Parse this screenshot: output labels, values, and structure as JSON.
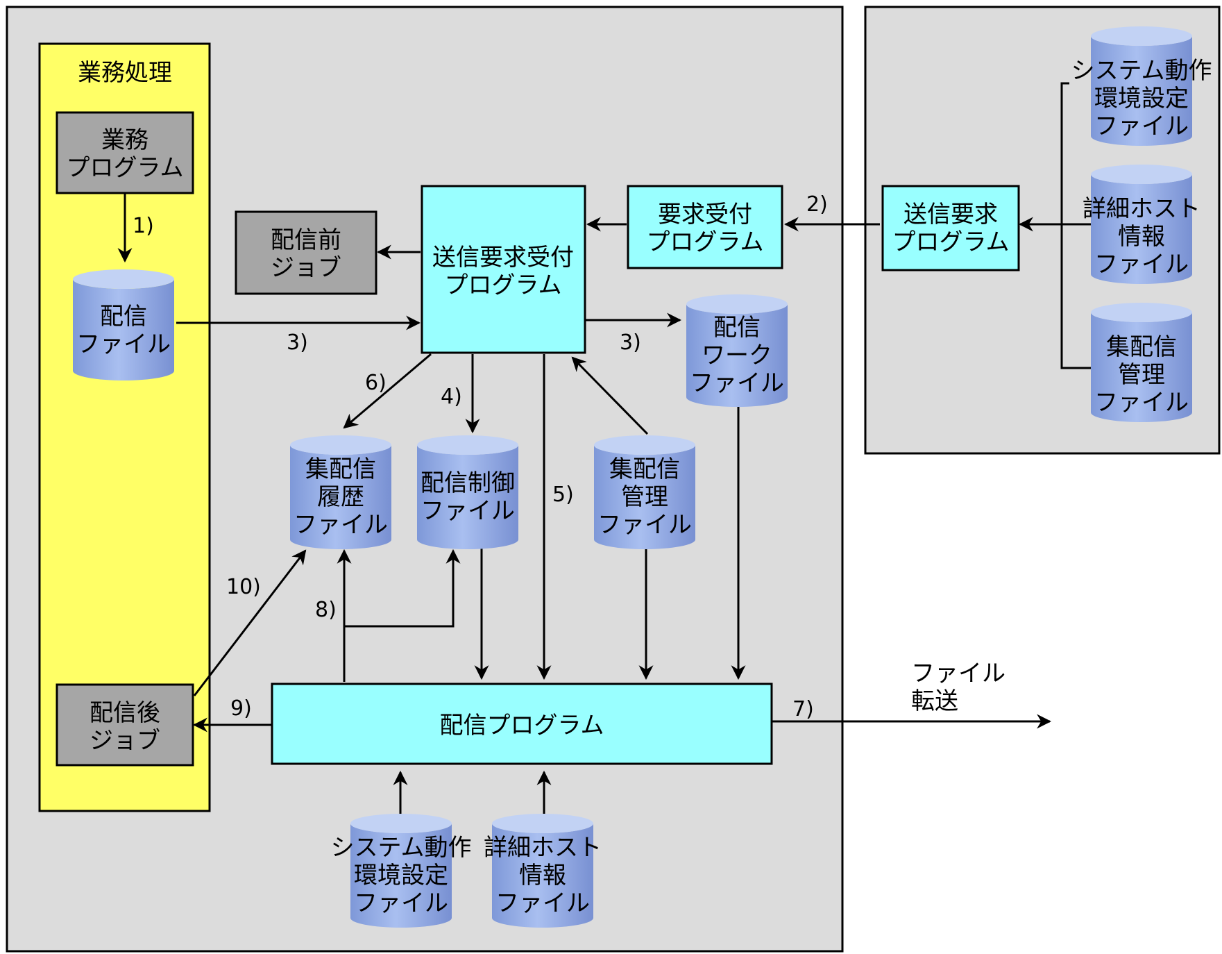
{
  "panels": {
    "gyomu_title": "業務処理"
  },
  "boxes": {
    "gyomu_program": [
      "業務",
      "プログラム"
    ],
    "haishin_mae_job": [
      "配信前",
      "ジョブ"
    ],
    "soushin_youkyu_uketsuke": [
      "送信要求受付",
      "プログラム"
    ],
    "youkyu_uketsuke": [
      "要求受付",
      "プログラム"
    ],
    "soushin_youkyu": [
      "送信要求",
      "プログラム"
    ],
    "haishin_go_job": [
      "配信後",
      "ジョブ"
    ],
    "haishin_program": [
      "配信プログラム"
    ]
  },
  "files": {
    "haishin_file": [
      "配信",
      "ファイル"
    ],
    "haishin_work_file": [
      "配信",
      "ワーク",
      "ファイル"
    ],
    "shuuhaishin_rireki": [
      "集配信",
      "履歴",
      "ファイル"
    ],
    "haishin_seigyo": [
      "配信制御",
      "ファイル"
    ],
    "shuuhaishin_kanri": [
      "集配信",
      "管理",
      "ファイル"
    ],
    "system_env_bottom": [
      "システム動作",
      "環境設定",
      "ファイル"
    ],
    "host_info_bottom": [
      "詳細ホスト",
      "情報",
      "ファイル"
    ],
    "system_env_right": [
      "システム動作",
      "環境設定",
      "ファイル"
    ],
    "host_info_right": [
      "詳細ホスト",
      "情報",
      "ファイル"
    ],
    "shuuhaishin_kanri_right": [
      "集配信",
      "管理",
      "ファイル"
    ]
  },
  "steps": {
    "s1": "1)",
    "s2": "2)",
    "s3a": "3)",
    "s3b": "3)",
    "s4": "4)",
    "s5": "5)",
    "s6": "6)",
    "s7": "7)",
    "s8": "8)",
    "s9": "9)",
    "s10": "10)"
  },
  "file_transfer": [
    "ファイル",
    "転送"
  ],
  "colors": {
    "panel": "#dcdcdc",
    "gyomu_panel": "#ffff66",
    "program_box": "#99ffff",
    "job_box": "#a6a6a6",
    "cylinder_body": "#8fa9e6",
    "cylinder_top": "#c2d2f4"
  }
}
